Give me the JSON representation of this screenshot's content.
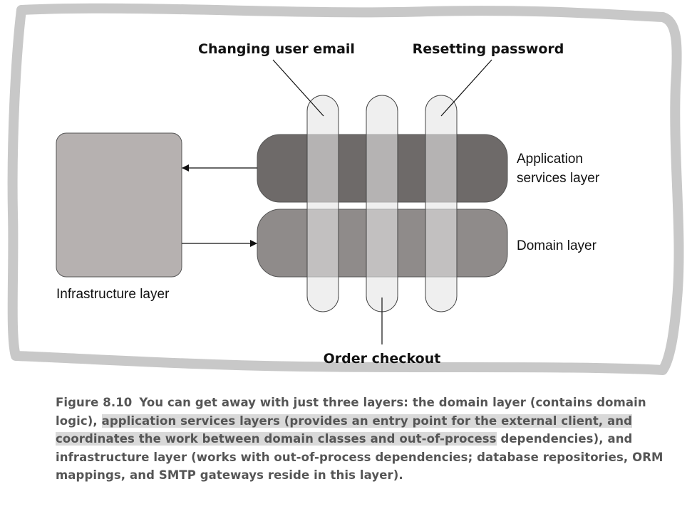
{
  "diagram": {
    "labels": {
      "changing_email": "Changing user email",
      "resetting_password": "Resetting password",
      "order_checkout": "Order checkout",
      "application_services": [
        "Application",
        "services layer"
      ],
      "domain_layer": "Domain layer",
      "infrastructure_layer": "Infrastructure layer"
    },
    "colors": {
      "frame": "#c8c8c8",
      "infrastructure_box": "#b6b1b0",
      "application_layer": "#6e6a69",
      "domain_layer": "#8f8b8a",
      "pill": "#e4e4e4"
    }
  },
  "caption": {
    "figure_number": "Figure 8.10",
    "text_plain": "You can get away with just three layers: the domain layer (contains domain logic), ",
    "text_highlighted": "application services layers (provides an entry point for the external client, and coordinates the work between domain classes and out-of-process",
    "text_rest": " dependencies), and infrastructure layer (works with out-of-process dependencies; database repositories, ORM mappings, and SMTP gateways reside in this layer)."
  }
}
